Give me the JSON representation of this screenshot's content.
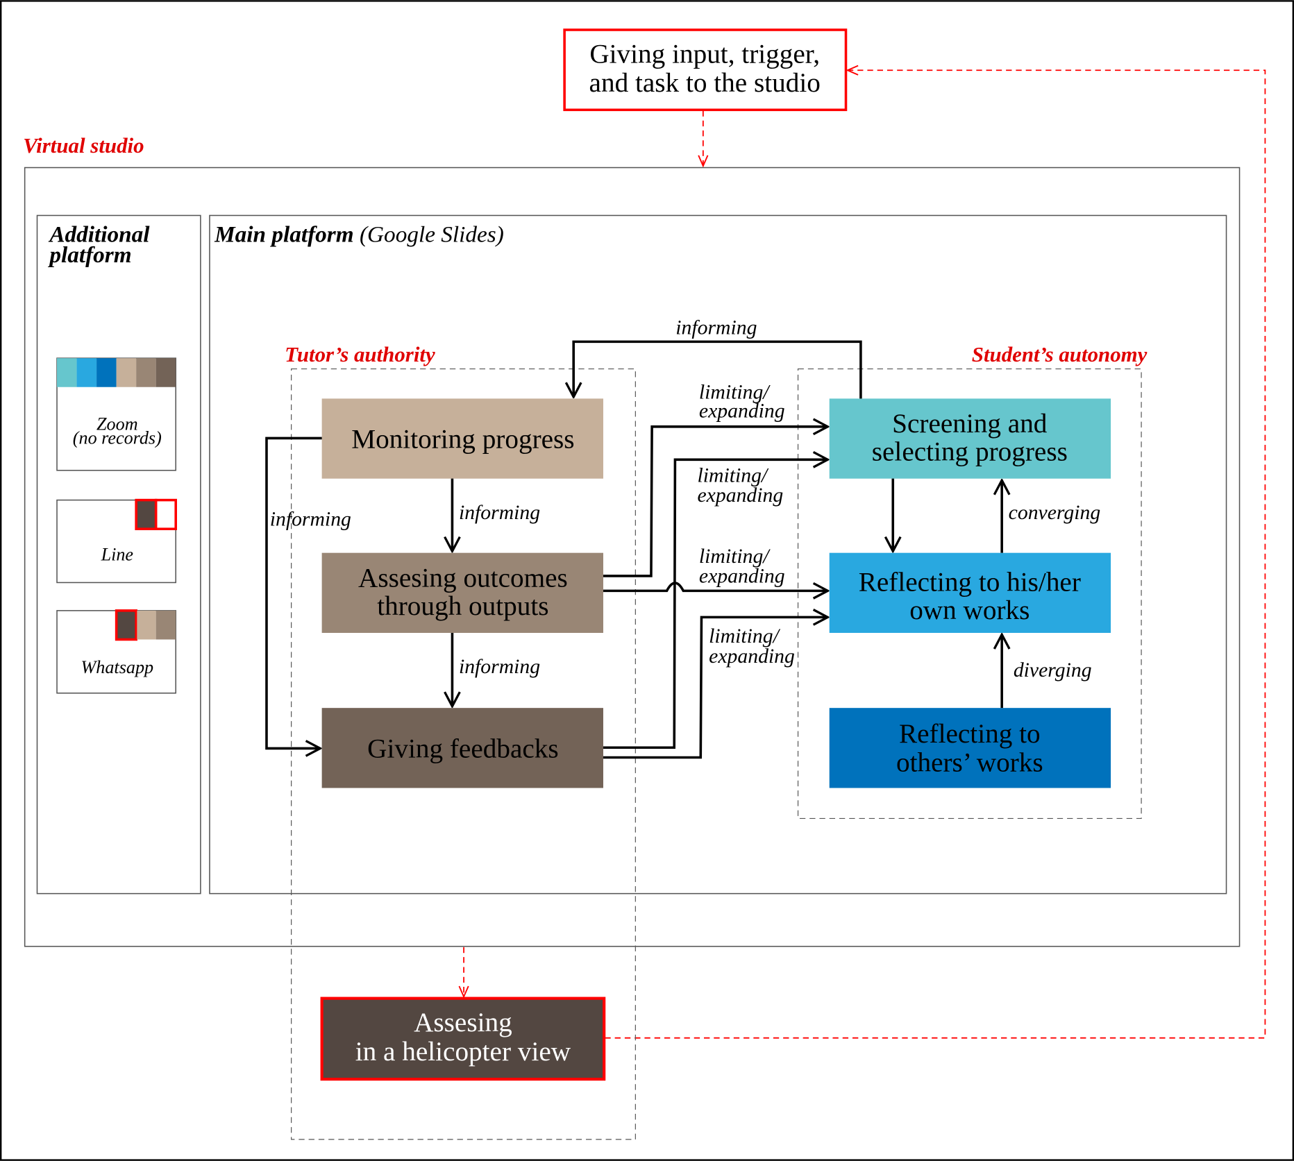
{
  "colors": {
    "accent_red": "#ff0000",
    "teal": "#66c6cd",
    "sky": "#29a8e0",
    "blue": "#0072bc",
    "tan": "#c6b09a",
    "taupe": "#998675",
    "brown": "#736357",
    "dark_brown": "#534741"
  },
  "top_box": {
    "line1": "Giving input, trigger,",
    "line2": "and task to the studio"
  },
  "virtual_studio": {
    "title": "Virtual studio"
  },
  "additional_platform": {
    "title_line1": "Additional",
    "title_line2": "platform",
    "zoom": {
      "line1": "Zoom",
      "line2": "(no records)"
    },
    "line": {
      "label": "Line"
    },
    "whatsapp": {
      "label": "Whatsapp"
    }
  },
  "main_platform": {
    "title_bold": "Main platform",
    "title_rest": " (Google Slides)"
  },
  "tutor": {
    "title": "Tutor’s authority",
    "monitoring": "Monitoring progress",
    "assessing_line1": "Assesing outcomes",
    "assessing_line2": "through outputs",
    "feedbacks": "Giving feedbacks"
  },
  "student": {
    "title": "Student’s autonomy",
    "screening_line1": "Screening and",
    "screening_line2": "selecting progress",
    "reflect_own_line1": "Reflecting to his/her",
    "reflect_own_line2": "own works",
    "reflect_others_line1": "Reflecting to",
    "reflect_others_line2": "others’ works"
  },
  "connectors": {
    "informing_top": "informing",
    "informing_left": "informing",
    "informing_mid1": "informing",
    "informing_mid2": "informing",
    "limiting_1a": "limiting/",
    "limiting_1b": "expanding",
    "limiting_2a": "limiting/",
    "limiting_2b": "expanding",
    "limiting_3a": "limiting/",
    "limiting_3b": "expanding",
    "limiting_4a": "limiting/",
    "limiting_4b": "expanding",
    "converging": "converging",
    "diverging": "diverging"
  },
  "helicopter": {
    "line1": "Assesing",
    "line2": "in a helicopter view"
  }
}
